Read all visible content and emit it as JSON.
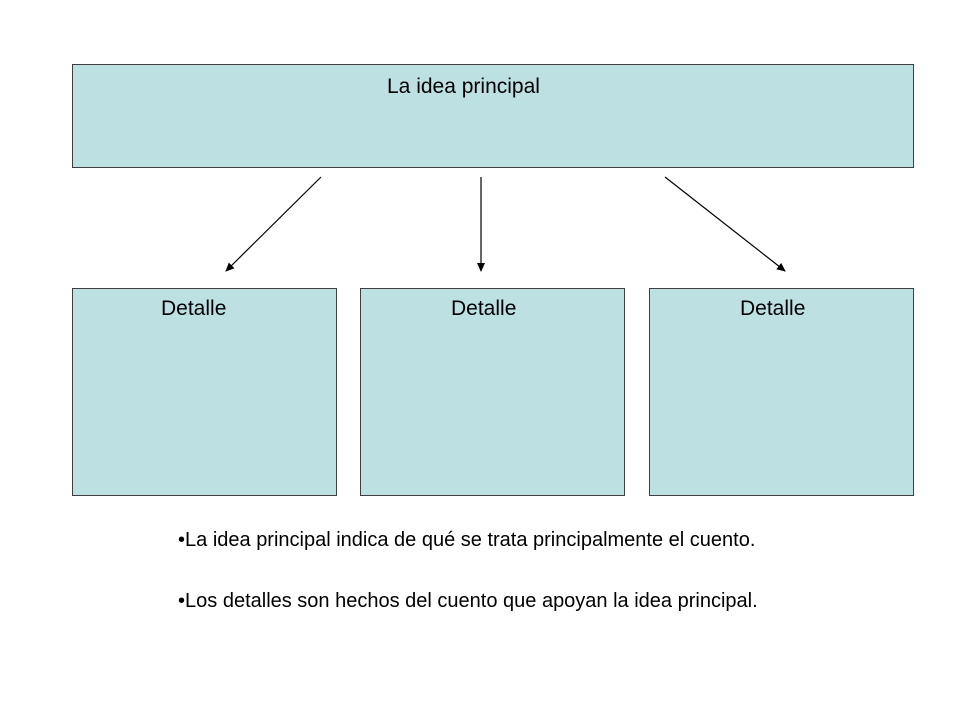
{
  "diagram": {
    "main_idea": "La idea principal",
    "details": [
      {
        "label": "Detalle"
      },
      {
        "label": "Detalle"
      },
      {
        "label": "Detalle"
      }
    ],
    "box_fill_color": "#bde0e3",
    "box_border_color": "#3f3f3f"
  },
  "notes": [
    {
      "bullet": "•",
      "text": "La idea principal indica de qué se trata principalmente el cuento."
    },
    {
      "bullet": "•",
      "text": "Los detalles son hechos del cuento que apoyan la idea principal."
    }
  ]
}
